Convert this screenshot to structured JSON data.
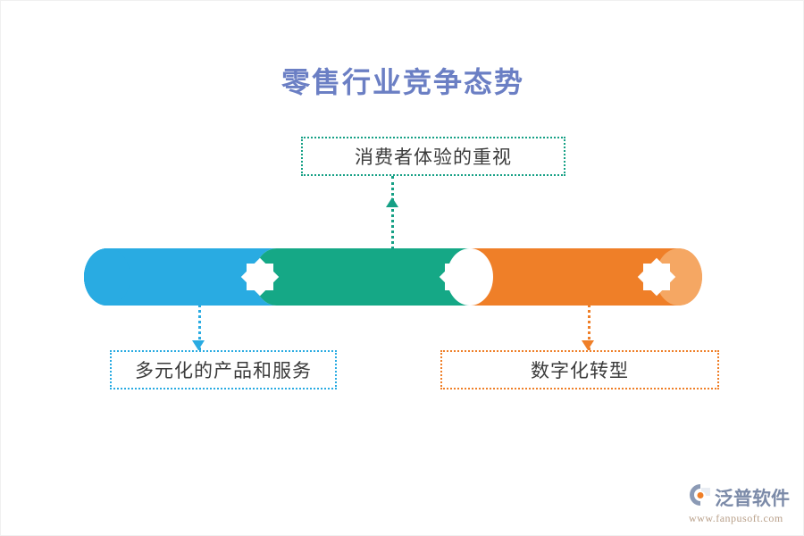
{
  "page": {
    "title": "零售行业竞争态势",
    "title_color": "#6b7fc4",
    "background": "#ffffff"
  },
  "colors": {
    "blue": "#29abe2",
    "blue_dark": "#1f9ed4",
    "green": "#15a886",
    "green_dark": "#0f9a79",
    "orange": "#ef7f28",
    "orange_cap": "#f5a763",
    "text": "#3b3b3b"
  },
  "callouts": [
    {
      "id": "top",
      "label": "消费者体验的重视",
      "border_color": "#16a085",
      "connector": "arrow-up"
    },
    {
      "id": "bottom-left",
      "label": "多元化的产品和服务",
      "border_color": "#29abe2",
      "connector": "arrow-down"
    },
    {
      "id": "bottom-right",
      "label": "数字化转型",
      "border_color": "#ef7f28",
      "connector": "arrow-down"
    }
  ],
  "cylinder": {
    "segments": [
      {
        "name": "segment-blue",
        "color": "#29abe2",
        "icon": "eight-point-star-icon"
      },
      {
        "name": "segment-green",
        "color": "#15a886",
        "icon": "eight-point-star-icon"
      },
      {
        "name": "segment-orange",
        "color": "#ef7f28",
        "icon": "eight-point-star-icon"
      }
    ],
    "end_cap_color": "#f5a763"
  },
  "logo": {
    "brand": "泛普软件",
    "url": "www.fanpusoft.com",
    "mark_color": "#8b9ab5",
    "mark_accent": "#ef7f28"
  }
}
